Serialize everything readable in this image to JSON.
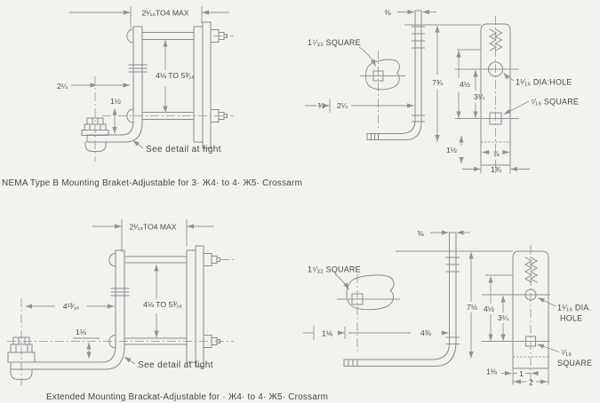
{
  "theme": {
    "background": "#f3f2ef",
    "line": "#898b8c",
    "dim_line": "#909294",
    "text": "#474747"
  },
  "front_top": {
    "width_max": "2¹⁄₁₆TO4 MAX",
    "height_range": "4⅛ TO 5³⁄₁₆",
    "arm_offset": "2¼",
    "drop": "1½",
    "note": "See detail at fight"
  },
  "side_top": {
    "strap_thickness": "⅜",
    "square_detail": "1⁷⁄₃₂ SQUARE",
    "foot_a": "¾",
    "foot_b": "2¼",
    "plate_height": "7¾",
    "span": "4½",
    "hole_spacing": "3¼",
    "embed": "1½",
    "half_width": "⅞",
    "width": "1¾",
    "hole_label": "1¹⁄₁₆ DIA:HOLE",
    "square_label": "⁷⁄₁₆ SQUARE"
  },
  "caption_top": "NEMA Type B Mounting Braket-Adjustable for 3· Ж4· to 4· Ж5· Crossarm",
  "front_bottom": {
    "width_max": "2¹⁄₁₆TO4 MAX",
    "height_range": "4⅛ TO 5³⁄₁₆",
    "arm_offset": "4¹³⁄₁₆",
    "drop": "1⅛",
    "note": "See detail at fight"
  },
  "side_bottom": {
    "strap_thickness": "⅜",
    "square_detail": "1⁷⁄₃₂ SQUARE",
    "foot_a": "1⅛",
    "foot_b": "4⅜",
    "plate_height": "7½",
    "span": "4½",
    "hole_spacing": "3¼",
    "embed": "1⅛",
    "half_width": "1",
    "width": "2",
    "hole_label_1": "1¹⁄₁₆ DIA.",
    "hole_label_2": "HOLE",
    "square_label_1": "⁷⁄₁₆",
    "square_label_2": "SQUARE"
  },
  "caption_bottom": "Extended Mounting Brackat-Adjustable for · Ж4· to 4· Ж5· Crossarm"
}
